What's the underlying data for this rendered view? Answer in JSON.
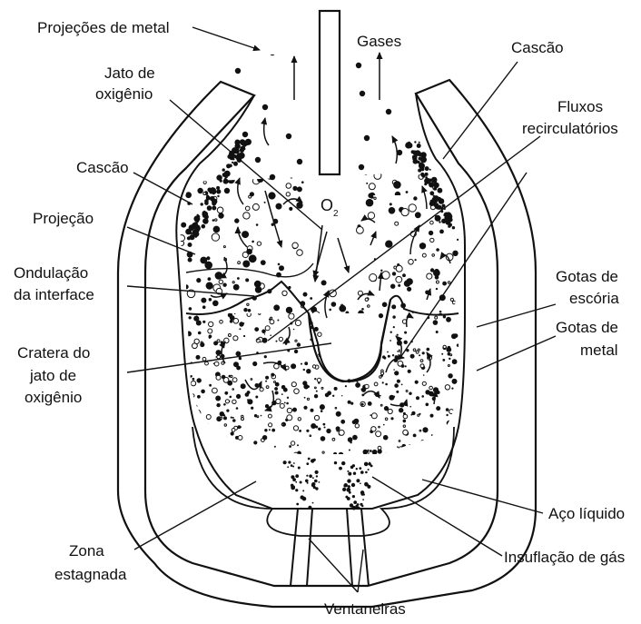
{
  "labels": {
    "projecoes_metal": "Projeções de metal",
    "gases": "Gases",
    "cascao_top": "Cascão",
    "jato_oxigenio_1": "Jato de",
    "jato_oxigenio_2": "oxigênio",
    "fluxos_1": "Fluxos",
    "fluxos_2": "recirculatórios",
    "cascao_left": "Cascão",
    "projecao": "Projeção",
    "ondulacao_1": "Ondulação",
    "ondulacao_2": "da interface",
    "gotas_escoria_1": "Gotas de",
    "gotas_escoria_2": "escória",
    "gotas_metal_1": "Gotas de",
    "gotas_metal_2": "metal",
    "cratera_1": "Cratera do",
    "cratera_2": "jato de",
    "cratera_3": "oxigênio",
    "aco_liquido": "Aço líquido",
    "zona_1": "Zona",
    "zona_2": "estagnada",
    "insuflacao": "Insuflação de gás",
    "ventaneiras": "Ventaneiras",
    "o2_main": "O",
    "o2_sub": "2"
  },
  "colors": {
    "ink": "#111111",
    "background": "#ffffff"
  }
}
